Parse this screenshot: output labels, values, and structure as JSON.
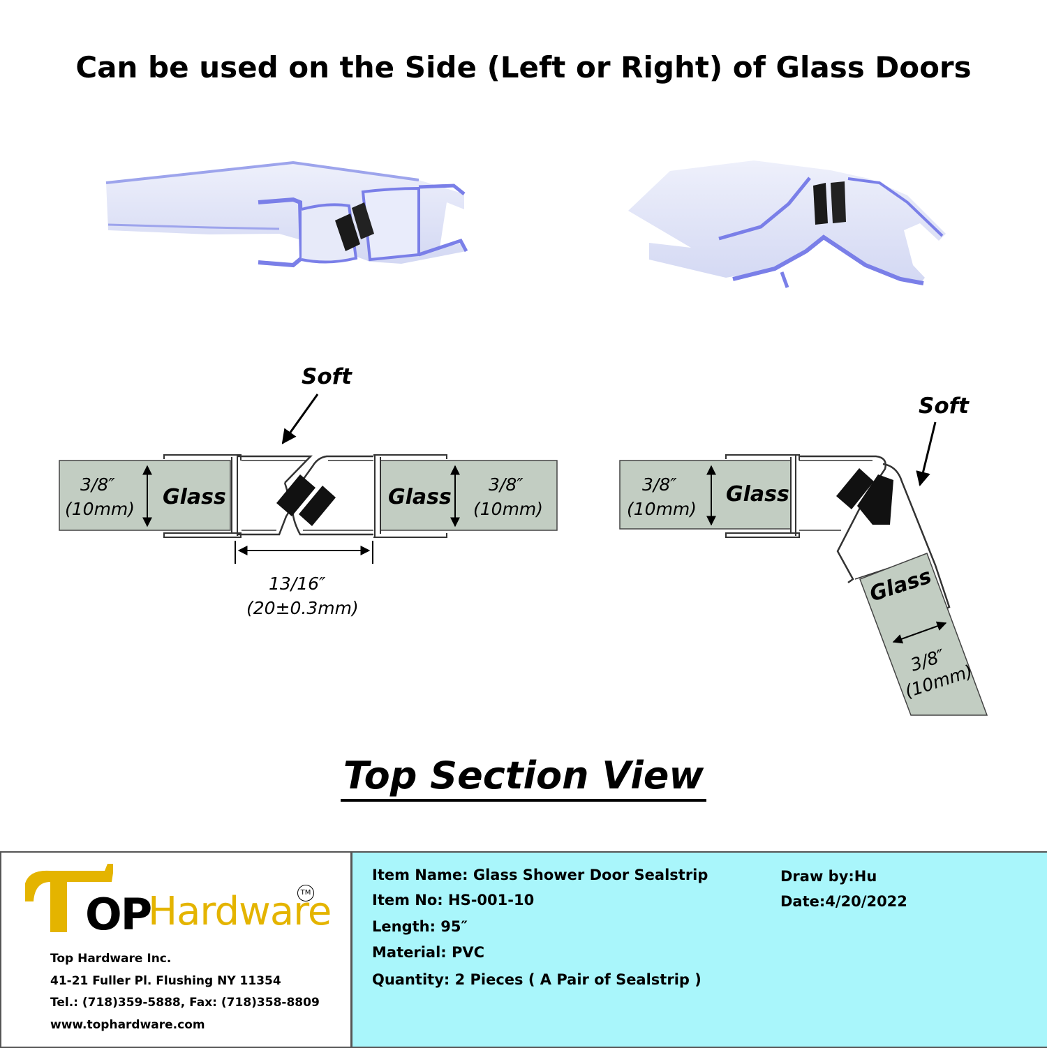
{
  "headline": "Can be used on the Side (Left or Right) of Glass Doors",
  "diagram_left": {
    "soft_label": "Soft",
    "left_glass_label": "Glass",
    "left_dim_inch": "3/8″",
    "left_dim_mm": "(10mm)",
    "right_glass_label": "Glass",
    "right_dim_inch": "3/8″",
    "right_dim_mm": "(10mm)",
    "gap_dim_inch": "13/16″",
    "gap_dim_mm": "(20±0.3mm)"
  },
  "diagram_right": {
    "soft_label": "Soft",
    "left_glass_label": "Glass",
    "left_dim_inch": "3/8″",
    "left_dim_mm": "(10mm)",
    "angled_glass_label": "Glass",
    "angled_dim_inch": "3/8″",
    "angled_dim_mm": "(10mm)"
  },
  "section_title": "Top Section View",
  "company": {
    "logo_op": "OP",
    "logo_hardware": "Hardware",
    "logo_tm": "TM",
    "name": "Top Hardware Inc.",
    "address": "41-21 Fuller Pl. Flushing NY 11354",
    "phone_fax": "Tel.: (718)359-5888,  Fax: (718)358-8809",
    "website": "www.tophardware.com"
  },
  "specs": {
    "item_name": "Item Name: Glass Shower Door Sealstrip",
    "item_no": "Item No: HS-001-10",
    "length": "Length: 95″",
    "material": "Material: PVC",
    "quantity": "Quantity: 2 Pieces ( A Pair of Sealstrip )",
    "draw_by": "Draw by:Hu",
    "date": "Date:4/20/2022"
  },
  "colors": {
    "glass_fill": "#c2cdc2",
    "seal_blue": "#7a7fe8",
    "seal_light": "#dfe4f7",
    "logo_yellow": "#e4b400",
    "info_bg": "#a9f6fb"
  }
}
